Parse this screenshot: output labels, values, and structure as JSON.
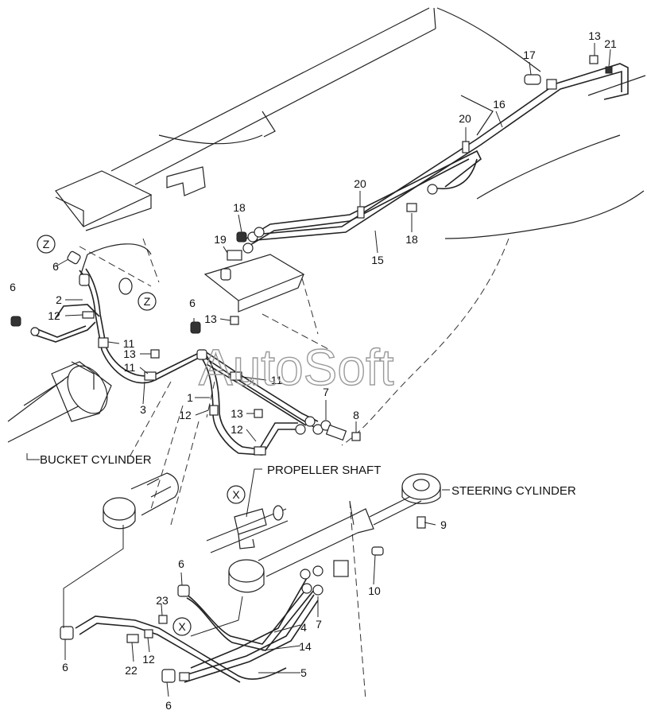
{
  "watermark": "AutoSoft",
  "labels": {
    "bucket_cylinder": "BUCKET CYLINDER",
    "propeller_shaft": "PROPELLER SHAFT",
    "steering_cylinder": "STEERING CYLINDER"
  },
  "markers": {
    "z": "Z",
    "x": "X"
  },
  "callouts": {
    "c1": "1",
    "c2": "2",
    "c3": "3",
    "c4": "4",
    "c5": "5",
    "c6": "6",
    "c7": "7",
    "c8": "8",
    "c9": "9",
    "c10": "10",
    "c11": "11",
    "c12": "12",
    "c13": "13",
    "c14": "14",
    "c15": "15",
    "c16": "16",
    "c17": "17",
    "c18": "18",
    "c19": "19",
    "c20": "20",
    "c21": "21",
    "c22": "22",
    "c23": "23"
  }
}
